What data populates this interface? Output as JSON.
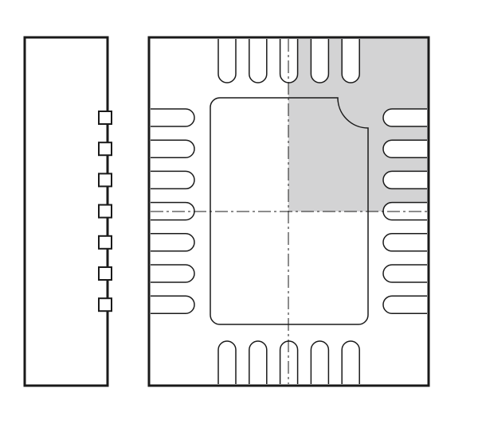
{
  "package": {
    "side_view_pad_count": 7,
    "left_pad_count": 7,
    "right_pad_count": 7,
    "top_pad_count": 5,
    "bottom_pad_count": 5,
    "pin1_quadrant_highlighted": true
  },
  "colors": {
    "stroke": "#1a1a1a",
    "background": "#ffffff",
    "highlight": "#d3d3d4"
  },
  "icons": {
    "side_view": "package-side-view-icon",
    "bottom_view": "qfn-bottom-view-icon"
  }
}
